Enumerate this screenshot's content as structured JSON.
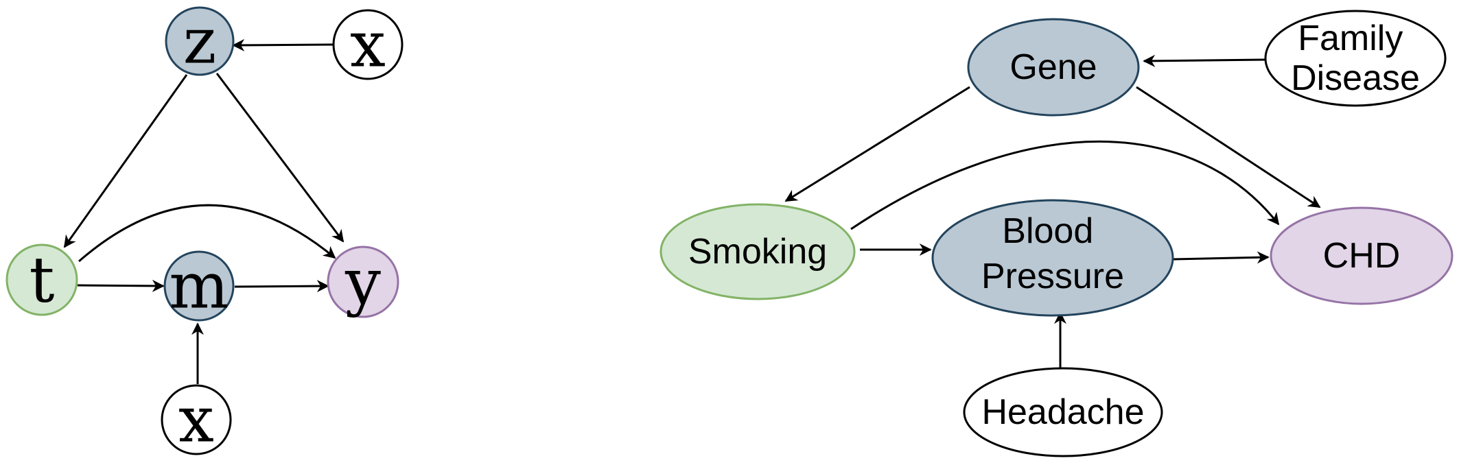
{
  "colors": {
    "treatment_fill": "#d5e8d4",
    "treatment_stroke": "#82b366",
    "hidden_fill": "#bac8d3",
    "hidden_stroke": "#23445d",
    "outcome_fill": "#e1d5e7",
    "outcome_stroke": "#9673a6",
    "plain_fill": "#ffffff",
    "plain_stroke": "#000000",
    "edge": "#000000"
  },
  "abstract_graph": {
    "nodes": {
      "z": "z",
      "x_top": "x",
      "t": "t",
      "m": "m",
      "y": "y",
      "x_bottom": "x"
    }
  },
  "example_graph": {
    "nodes": {
      "gene": "Gene",
      "family_disease": [
        "Family",
        "Disease"
      ],
      "smoking": "Smoking",
      "blood_pressure": [
        "Blood",
        "Pressure"
      ],
      "chd": "CHD",
      "headache": "Headache"
    }
  }
}
